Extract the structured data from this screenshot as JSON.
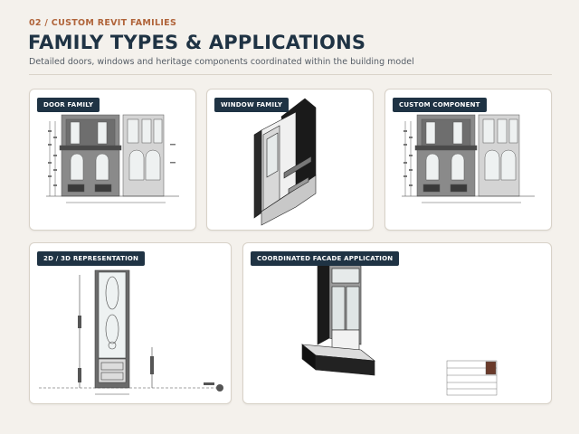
{
  "header": {
    "eyebrow": "02 / CUSTOM REVIT FAMILIES",
    "title": "FAMILY TYPES & APPLICATIONS",
    "subtitle": "Detailed doors, windows and heritage components coordinated within the building model"
  },
  "cards": [
    {
      "tag": "DOOR FAMILY"
    },
    {
      "tag": "WINDOW FAMILY"
    },
    {
      "tag": "CUSTOM COMPONENT"
    },
    {
      "tag": "2D / 3D REPRESENTATION"
    },
    {
      "tag": "COORDINATED FACADE APPLICATION"
    }
  ],
  "colors": {
    "accent": "#b0643a",
    "navy": "#1f3344"
  }
}
